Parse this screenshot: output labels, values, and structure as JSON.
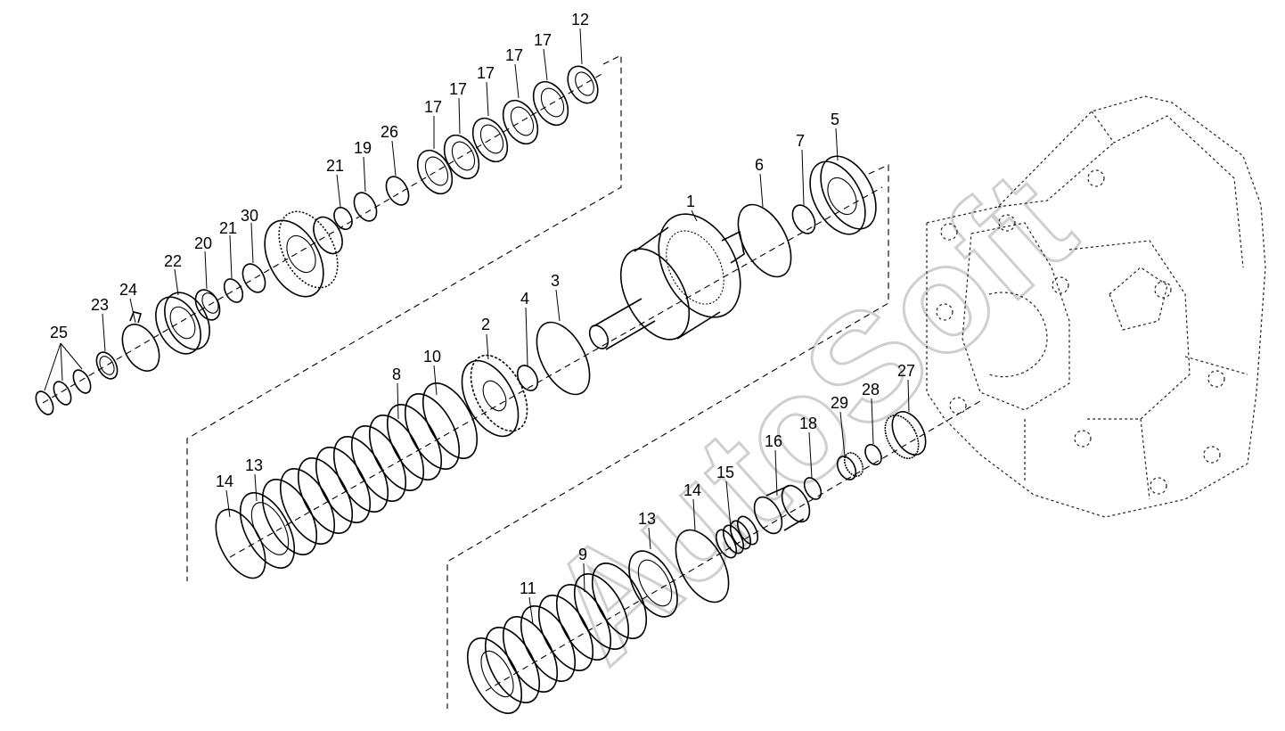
{
  "watermark": "AutoSoft",
  "callouts": [
    {
      "id": "c12a",
      "label": "12"
    },
    {
      "id": "c17a",
      "label": "17"
    },
    {
      "id": "c17b",
      "label": "17"
    },
    {
      "id": "c17c",
      "label": "17"
    },
    {
      "id": "c17d",
      "label": "17"
    },
    {
      "id": "c17e",
      "label": "17"
    },
    {
      "id": "c26",
      "label": "26"
    },
    {
      "id": "c19",
      "label": "19"
    },
    {
      "id": "c21a",
      "label": "21"
    },
    {
      "id": "c30",
      "label": "30"
    },
    {
      "id": "c21b",
      "label": "21"
    },
    {
      "id": "c20",
      "label": "20"
    },
    {
      "id": "c22",
      "label": "22"
    },
    {
      "id": "c24",
      "label": "24"
    },
    {
      "id": "c23",
      "label": "23"
    },
    {
      "id": "c25",
      "label": "25"
    },
    {
      "id": "c1",
      "label": "1"
    },
    {
      "id": "c6",
      "label": "6"
    },
    {
      "id": "c7",
      "label": "7"
    },
    {
      "id": "c5",
      "label": "5"
    },
    {
      "id": "c3",
      "label": "3"
    },
    {
      "id": "c4",
      "label": "4"
    },
    {
      "id": "c2",
      "label": "2"
    },
    {
      "id": "c10",
      "label": "10"
    },
    {
      "id": "c8",
      "label": "8"
    },
    {
      "id": "c13a",
      "label": "13"
    },
    {
      "id": "c14a",
      "label": "14"
    },
    {
      "id": "c27",
      "label": "27"
    },
    {
      "id": "c28",
      "label": "28"
    },
    {
      "id": "c29",
      "label": "29"
    },
    {
      "id": "c18",
      "label": "18"
    },
    {
      "id": "c16",
      "label": "16"
    },
    {
      "id": "c15",
      "label": "15"
    },
    {
      "id": "c14b",
      "label": "14"
    },
    {
      "id": "c13b",
      "label": "13"
    },
    {
      "id": "c9",
      "label": "9"
    },
    {
      "id": "c11",
      "label": "11"
    }
  ]
}
